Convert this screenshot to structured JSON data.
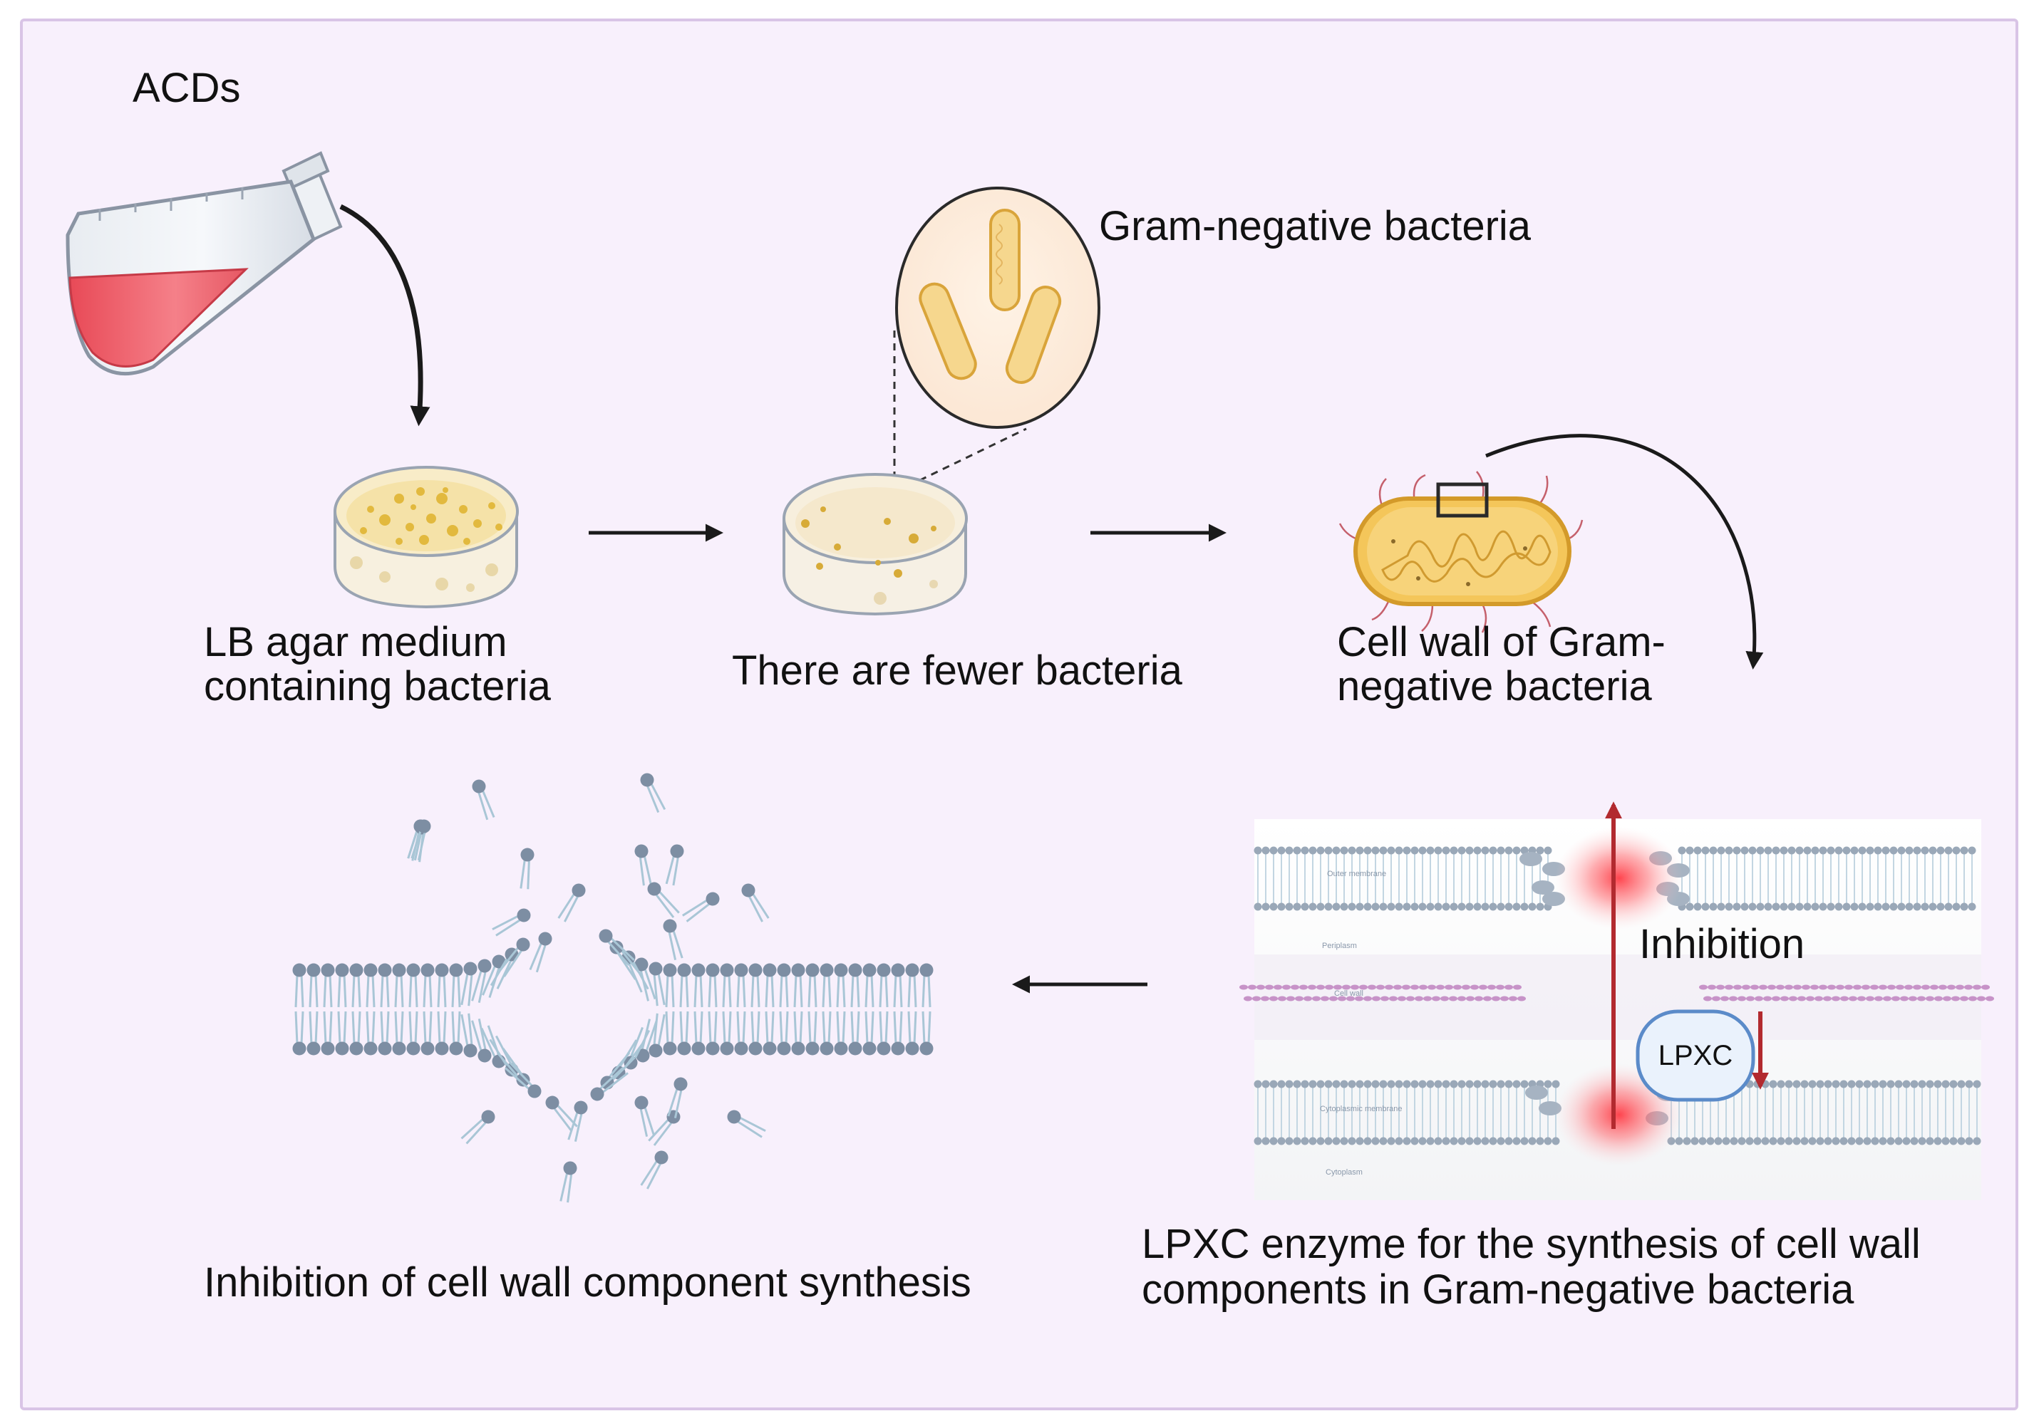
{
  "figure": {
    "title": "ACDs",
    "colors": {
      "background": "#f8f0fc",
      "frame": "#d9c4e6",
      "lipid_head": "#7d8ea3",
      "lipid_tail": "#a9c6d6",
      "inhibition_arrow": "#b22a2f",
      "glow": "#ff4e55",
      "bacteria_fill": "#f6d78e",
      "bacteria_stroke": "#d9a43a",
      "flask_liquid": "#ef5a66"
    }
  },
  "steps": {
    "lb_agar": {
      "line1": "LB agar medium",
      "line2": "containing bacteria"
    },
    "fewer": {
      "label": "There are fewer bacteria"
    },
    "zoom": {
      "label": "Gram-negative bacteria"
    },
    "cell_wall": {
      "line1": "Cell wall of Gram-",
      "line2": "negative bacteria"
    }
  },
  "membrane_panel": {
    "inhibition": "Inhibition",
    "enzyme": "LPXC",
    "small_labels": {
      "outer": "Outer membrane",
      "periplasm": "Periplasm",
      "cell_wall": "Cell wall",
      "cytoplasmic": "Cytoplasmic membrane",
      "cytoplasm": "Cytoplasm"
    },
    "caption_line1": "LPXC enzyme for the synthesis of cell wall",
    "caption_line2": "components in Gram-negative bacteria"
  },
  "disruption": {
    "caption": "Inhibition of cell wall component synthesis"
  }
}
